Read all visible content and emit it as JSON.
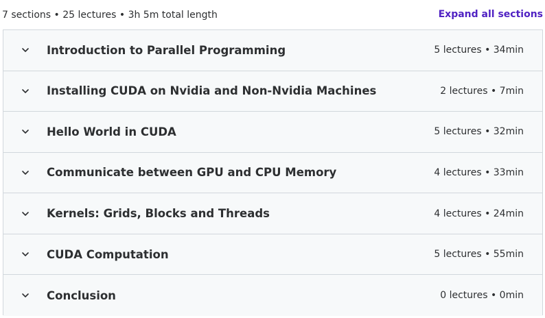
{
  "summary": {
    "text": "7 sections • 25 lectures • 3h 5m total length",
    "expand_label": "Expand all sections"
  },
  "colors": {
    "accent": "#5022c3",
    "row_bg": "#f7f9fa",
    "border": "#d1d7dc",
    "text": "#2d2f31"
  },
  "sections": [
    {
      "icon": "chevron-down-icon",
      "title": "Introduction to Parallel Programming",
      "meta": "5 lectures • 34min"
    },
    {
      "icon": "chevron-down-icon",
      "title": "Installing CUDA on Nvidia and Non-Nvidia Machines",
      "meta": "2 lectures • 7min"
    },
    {
      "icon": "chevron-down-icon",
      "title": "Hello World in CUDA",
      "meta": "5 lectures • 32min"
    },
    {
      "icon": "chevron-down-icon",
      "title": "Communicate between GPU and CPU Memory",
      "meta": "4 lectures • 33min"
    },
    {
      "icon": "chevron-down-icon",
      "title": "Kernels: Grids, Blocks and Threads",
      "meta": "4 lectures • 24min"
    },
    {
      "icon": "chevron-down-icon",
      "title": "CUDA Computation",
      "meta": "5 lectures • 55min"
    },
    {
      "icon": "chevron-down-icon",
      "title": "Conclusion",
      "meta": "0 lectures • 0min"
    }
  ]
}
